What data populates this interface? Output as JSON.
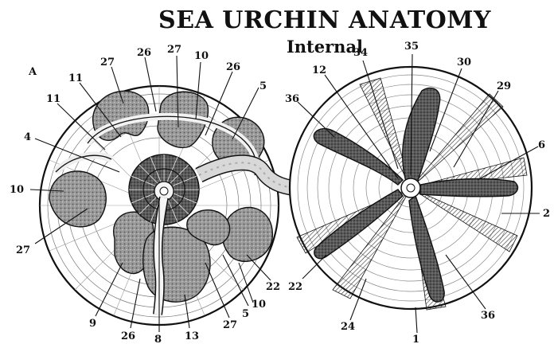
{
  "title": "SEA URCHIN ANATOMY",
  "subtitle": "Internal",
  "panel_marker": "A",
  "labels": {
    "l27a": "27",
    "l26a": "26",
    "l27b": "27",
    "l10a": "10",
    "l26b": "26",
    "l5a": "5",
    "l11a": "11",
    "l11b": "11",
    "l4": "4",
    "l10b": "10",
    "l27c": "27",
    "l9": "9",
    "l26c": "26",
    "l8": "8",
    "l13": "13",
    "l27d": "27",
    "l5b": "5",
    "l10c": "10",
    "l22a": "22",
    "l34": "34",
    "l35": "35",
    "l30": "30",
    "l12": "12",
    "l29": "29",
    "l36a": "36",
    "l6": "6",
    "l2": "2",
    "l22b": "22",
    "l24": "24",
    "l1": "1",
    "l36b": "36"
  }
}
